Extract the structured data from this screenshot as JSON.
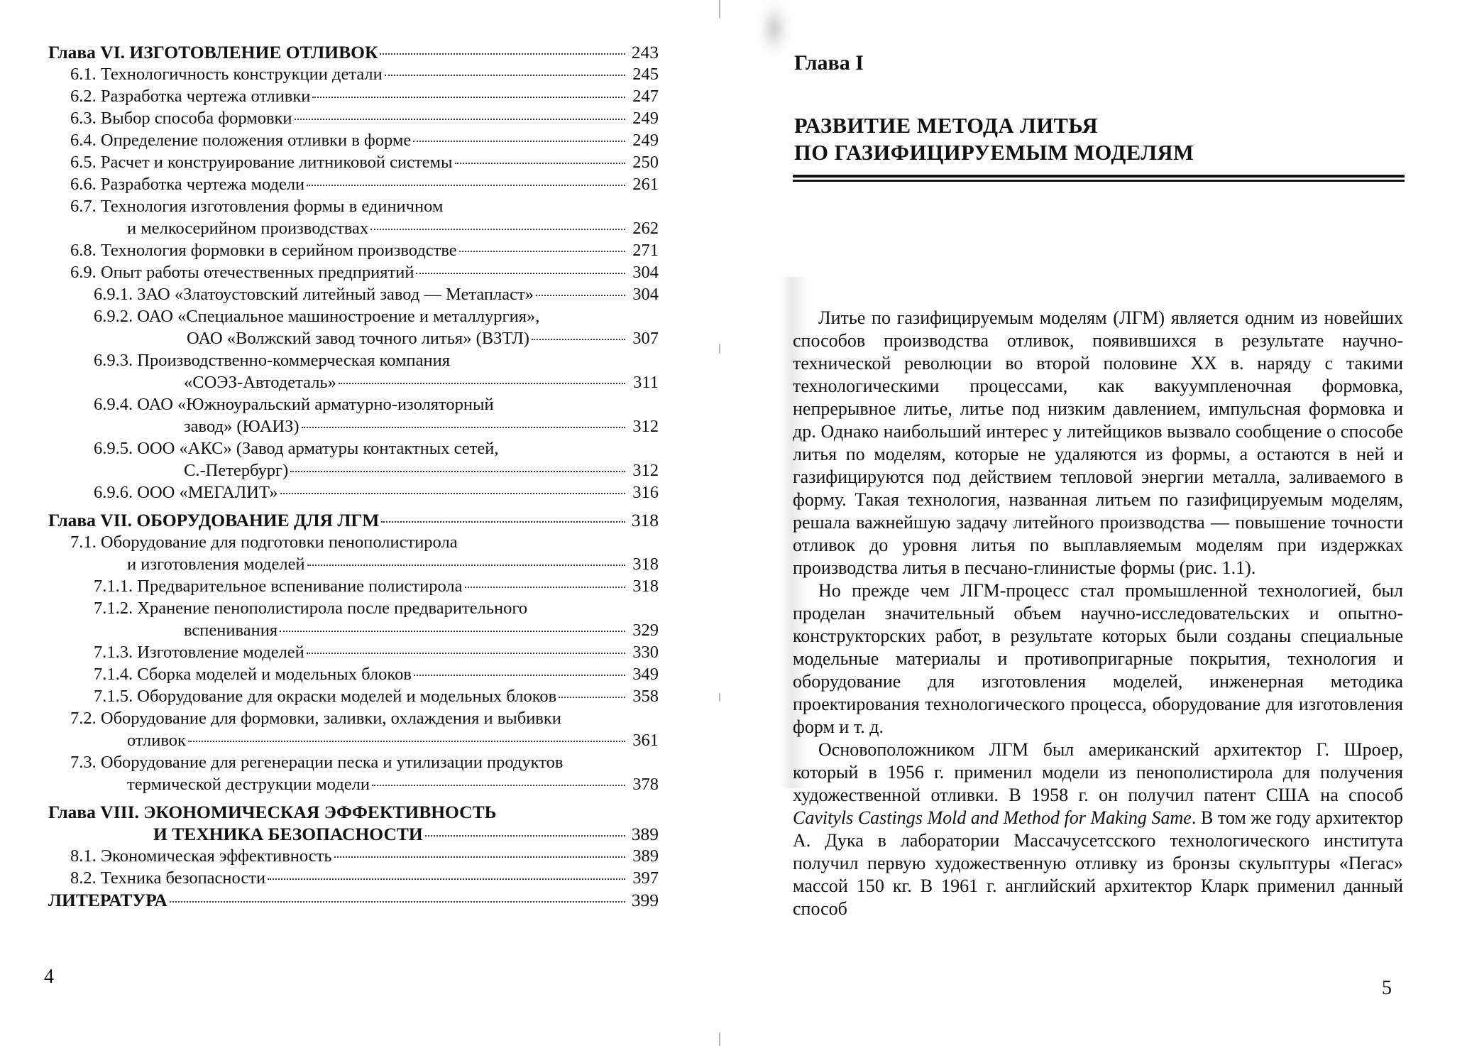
{
  "toc": [
    {
      "text": "Глава VI.  ИЗГОТОВЛЕНИЕ ОТЛИВОК",
      "page": "243"
    },
    {
      "text": "6.1. Технологичность конструкции детали",
      "page": "245"
    },
    {
      "text": "6.2. Разработка чертежа отливки",
      "page": "247"
    },
    {
      "text": "6.3. Выбор способа формовки",
      "page": "249"
    },
    {
      "text": "6.4. Определение положения отливки в форме",
      "page": "249"
    },
    {
      "text": "6.5. Расчет и конструирование литниковой системы",
      "page": "250"
    },
    {
      "text": "6.6. Разработка чертежа модели",
      "page": "261"
    },
    {
      "text": "6.7. Технология изготовления формы в единичном",
      "cont": "и мелкосерийном производствах",
      "page": "262"
    },
    {
      "text": "6.8. Технология формовки в серийном производстве",
      "page": "271"
    },
    {
      "text": "6.9. Опыт работы отечественных предприятий",
      "page": "304"
    },
    {
      "text": "6.9.1. ЗАО «Златоустовский литейный завод — Метапласт»",
      "page": "304"
    },
    {
      "text": "6.9.2. ОАО «Специальное машиностроение и металлургия»,",
      "cont": "ОАО «Волжский завод точного литья» (ВЗТЛ)",
      "page": "307"
    },
    {
      "text": "6.9.3. Производственно-коммерческая компания",
      "cont": "«СОЭЗ-Автодеталь»",
      "page": "311"
    },
    {
      "text": "6.9.4. ОАО «Южноуральский арматурно-изоляторный",
      "cont": "завод» (ЮАИЗ)",
      "page": "312"
    },
    {
      "text": "6.9.5. ООО «АКС» (Завод арматуры контактных сетей,",
      "cont": "С.-Петербург)",
      "page": "312"
    },
    {
      "text": "6.9.6. ООО «МЕГАЛИТ»",
      "page": "316"
    },
    {
      "text": "Глава VII.  ОБОРУДОВАНИЕ ДЛЯ ЛГМ",
      "page": "318"
    },
    {
      "text": "7.1. Оборудование для подготовки пенополистирола",
      "cont": "и изготовления моделей",
      "page": "318"
    },
    {
      "text": "7.1.1. Предварительное вспенивание полистирола",
      "page": "318"
    },
    {
      "text": "7.1.2. Хранение пенополистирола после предварительного",
      "cont": "вспенивания",
      "page": "329"
    },
    {
      "text": "7.1.3. Изготовление моделей",
      "page": "330"
    },
    {
      "text": "7.1.4. Сборка моделей и модельных блоков",
      "page": "349"
    },
    {
      "text": "7.1.5. Оборудование для окраски моделей и модельных блоков",
      "page": "358"
    },
    {
      "text": "7.2. Оборудование для формовки, заливки, охлаждения и выбивки",
      "cont": "отливок",
      "page": "361"
    },
    {
      "text": "7.3. Оборудование для регенерации песка и утилизации продуктов",
      "cont": "термической деструкции модели",
      "page": "378"
    },
    {
      "text": "Глава VIII.  ЭКОНОМИЧЕСКАЯ ЭФФЕКТИВНОСТЬ",
      "cont": "И ТЕХНИКА БЕЗОПАСНОСТИ",
      "page": "389"
    },
    {
      "text": "8.1. Экономическая эффективность",
      "page": "389"
    },
    {
      "text": "8.2. Техника безопасности",
      "page": "397"
    },
    {
      "text": "ЛИТЕРАТУРА",
      "page": "399"
    }
  ],
  "left_page_number": "4",
  "right_page": {
    "chapter_label": "Глава I",
    "title_line1": "РАЗВИТИЕ МЕТОДА ЛИТЬЯ",
    "title_line2": "ПО ГАЗИФИЦИРУЕМЫМ МОДЕЛЯМ",
    "para1": "Литье по газифицируемым моделям (ЛГМ) является одним из новейших способов производства отливок, появившихся в резуль­тате научно-технической революции во второй половине XX в. на­ряду с такими технологическими процессами, как вакуум­пленочная формовка, непрерывное литье, литье под низким давле­нием, импульсная формовка и др. Однако наибольший интерес у литейщиков вызвало сообщение о способе литья по моделям, которые не удаляются из формы, а остаются в ней и газифициру­ются под действием тепловой энергии металла, заливаемого в форму. Такая технология, названная литьем по газифицируемым моделям, решала важнейшую задачу литейного производства — повышение точности отливок до уровня литья по выплавляемым моделям при издержках производства литья в песчано-глинистые формы (рис. 1.1).",
    "para2": "Но прежде чем ЛГМ-процесс стал промышленной технологией, был проделан значительный объем научно-исследовательских и опытно-конструкторских работ, в результате которых были созда­ны специальные модельные материалы и противопригарные по­крытия, технология и оборудование для изготовления моделей, инженерная методика проектирования технологического процесса, оборудование для изготовления форм и т. д.",
    "para3_a": "Основоположником ЛГМ был американский архитектор Г. Шроер, который в 1956 г. применил модели из пенополистирола для получения художественной отливки. В 1958 г. он получил па­тент США на способ ",
    "para3_italic": "Cavityls Castings Mold and Method for Making Same",
    "para3_b": ". В том же году архитектор А. Дука в лаборатории Массачу­сетсского технологического института получил первую художест­венную отливку из бронзы скульптуры «Пегас» массой 150 кг. В 1961 г. английский архитектор Кларк применил данный способ",
    "page_number": "5"
  }
}
